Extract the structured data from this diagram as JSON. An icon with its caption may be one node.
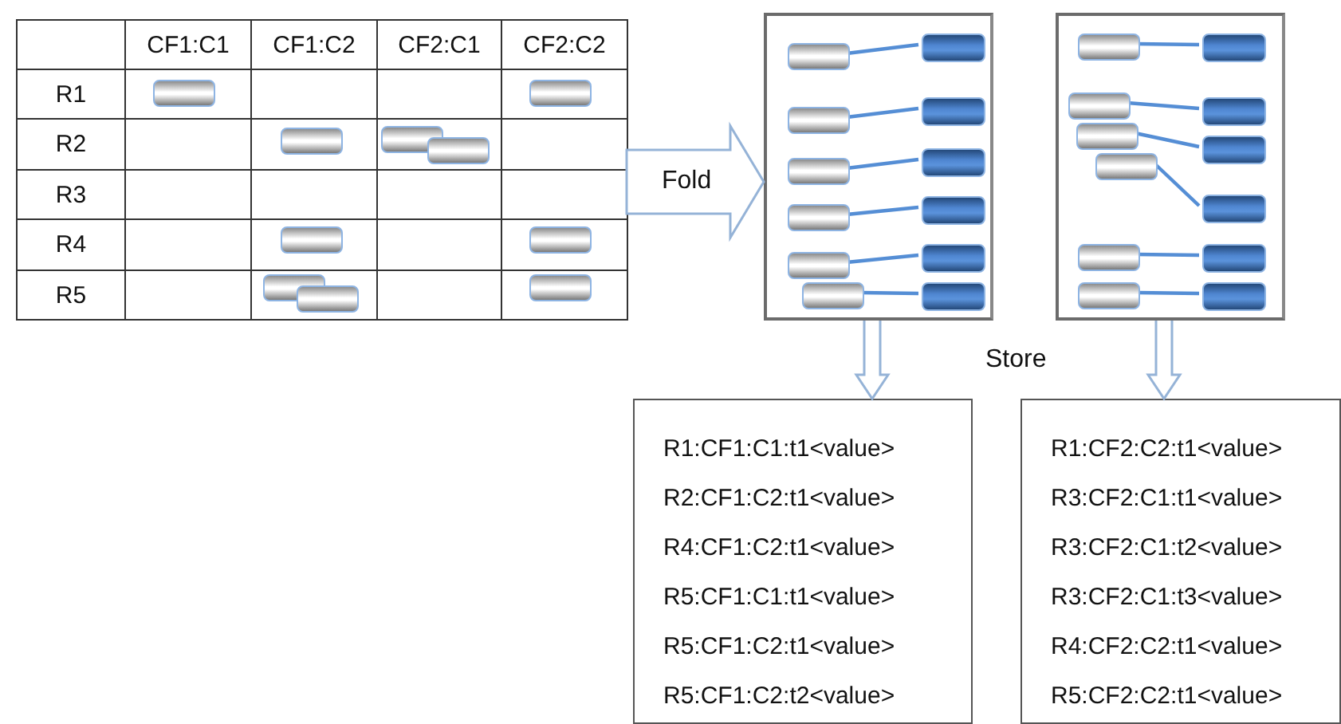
{
  "diagram": {
    "nodes": [
      {
        "text": [],
        "shape": "box"
      },
      {
        "text": [],
        "shape": "box"
      },
      {
        "text": [],
        "shape": "box",
        "in": 1
      },
      {
        "text": [],
        "shape": "box",
        "in": 1
      },
      {
        "text": [],
        "shape": "box",
        "in": 1
      },
      {
        "text": [],
        "shape": "box",
        "in": 1
      },
      {
        "text": [],
        "shape": "box",
        "in": 1
      },
      {
        "text": [],
        "shape": "box",
        "in": 1
      },
      {
        "text": [],
        "shape": "box",
        "in": 1
      },
      {
        "text": [],
        "shape": "box",
        "in": 1
      },
      {
        "text": [],
        "shape": "box",
        "in": 1
      },
      {
        "text": [],
        "shape": "box",
        "in": 1
      },
      {
        "text": [],
        "shape": "box",
        "in": 1
      },
      {
        "text": [],
        "shape": "box",
        "in": 1
      },
      {
        "text": [],
        "shape": "box"
      },
      {
        "text": [],
        "shape": "box",
        "in": 14
      },
      {
        "text": [],
        "shape": "box",
        "in": 14
      },
      {
        "text": [],
        "shape": "box",
        "in": 14
      },
      {
        "text": [],
        "shape": "box",
        "in": 14
      },
      {
        "text": [],
        "shape": "box",
        "in": 14
      },
      {
        "text": [],
        "shape": "box",
        "in": 14
      },
      {
        "text": [],
        "shape": "box",
        "in": 14
      },
      {
        "text": [],
        "shape": "box",
        "in": 14
      },
      {
        "text": [],
        "shape": "box",
        "in": 14
      },
      {
        "text": [],
        "shape": "box",
        "in": 14
      },
      {
        "text": [],
        "shape": "box",
        "in": 14
      },
      {
        "text": [],
        "shape": "box",
        "in": 14
      },
      {
        "text": [
          "R1:CF1:C1:t1<value>",
          "R2:CF1:C2:t1<value>",
          "R4:CF1:C2:t1<value>",
          "R5:CF1:C1:t1<value>",
          "R5:CF1:C2:t1<value>",
          "R5:CF1:C2:t2<value>"
        ]
      },
      {
        "text": [
          "R1:CF2:C2:t1<value>",
          "R3:CF2:C1:t1<value>",
          "R3:CF2:C1:t2<value>",
          "R3:CF2:C1:t3<value>",
          "R4:CF2:C2:t1<value>",
          "R5:CF2:C2:t1<value>"
        ]
      }
    ],
    "edges": [
      {
        "from": 0,
        "to": 1,
        "arrow": "to",
        "label": "Fold",
        "style": "thick",
        "color": "#95b3d7"
      },
      {
        "from": 2,
        "to": 3,
        "arrow": "none"
      },
      {
        "from": 4,
        "to": 5,
        "arrow": "none"
      },
      {
        "from": 6,
        "to": 7,
        "arrow": "none"
      },
      {
        "from": 8,
        "to": 9,
        "arrow": "none"
      },
      {
        "from": 10,
        "to": 11,
        "arrow": "none"
      },
      {
        "from": 12,
        "to": 13,
        "arrow": "none"
      },
      {
        "from": 15,
        "to": 16,
        "arrow": "none"
      },
      {
        "from": 17,
        "to": 18,
        "arrow": "none"
      },
      {
        "from": 19,
        "to": 20,
        "arrow": "none"
      },
      {
        "from": 21,
        "to": 22,
        "arrow": "none"
      },
      {
        "from": 23,
        "to": 24,
        "arrow": "none"
      },
      {
        "from": 25,
        "to": 26,
        "arrow": "none"
      },
      {
        "from": 1,
        "to": 27,
        "arrow": "to",
        "style": "thick",
        "color": "#95b3d7"
      },
      {
        "from": 14,
        "to": 28,
        "arrow": "to",
        "style": "thick",
        "color": "#95b3d7"
      }
    ],
    "labels": [
      "CF1:C1",
      "CF1:C2",
      "CF2:C1",
      "CF2:C2",
      "R1",
      "R2",
      "R3",
      "R4",
      "R5",
      "Store"
    ]
  }
}
